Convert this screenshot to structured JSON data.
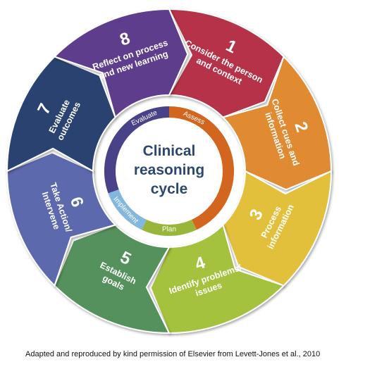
{
  "center": {
    "lines": [
      "Clinical",
      "reasoning",
      "cycle"
    ]
  },
  "steps": [
    {
      "number": "1",
      "lines": [
        "Consider the person",
        "and context"
      ],
      "color": "#b5304a"
    },
    {
      "number": "2",
      "lines": [
        "Collect cues and",
        "information"
      ],
      "color": "#e08a33"
    },
    {
      "number": "3",
      "lines": [
        "Process",
        "information"
      ],
      "color": "#e3c03b"
    },
    {
      "number": "4",
      "lines": [
        "Identify problems/",
        "issues"
      ],
      "color": "#a4c23d"
    },
    {
      "number": "5",
      "lines": [
        "Establish",
        "goals"
      ],
      "color": "#54915b"
    },
    {
      "number": "6",
      "lines": [
        "Take Action/",
        "Intervene"
      ],
      "color": "#5c69ad"
    },
    {
      "number": "7",
      "lines": [
        "Evaluate",
        "outcomes"
      ],
      "color": "#2a4270"
    },
    {
      "number": "8",
      "lines": [
        "Reflect on process",
        "and new learning"
      ],
      "color": "#5d3e8c"
    }
  ],
  "inner_ring": [
    {
      "label": "Assess",
      "color": "#d3661f"
    },
    {
      "label": "Plan",
      "color": "#98b73a"
    },
    {
      "label": "Implement",
      "color": "#83b7dd"
    },
    {
      "label": "Evaluate",
      "color": "#4a4288"
    }
  ],
  "caption": "Adapted and reproduced by kind permission of Elsevier from Levett-Jones et al., 2010"
}
